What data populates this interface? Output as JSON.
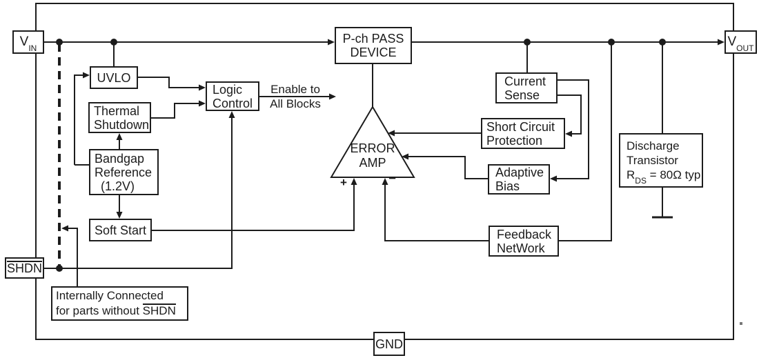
{
  "colors": {
    "line": "#1c1c1c",
    "background": "#ffffff"
  },
  "pins": {
    "vin": {
      "base": "V",
      "sub": "IN"
    },
    "vout": {
      "base": "V",
      "sub": "OUT"
    },
    "shdn": {
      "label": "SHDN"
    },
    "gnd": {
      "label": "GND"
    }
  },
  "blocks": {
    "uvlo": {
      "line1": "UVLO"
    },
    "thermal_shutdown": {
      "line1": "Thermal",
      "line2": "Shutdown"
    },
    "bandgap_reference": {
      "line1": "Bandgap",
      "line2": "Reference",
      "line3": "(1.2V)"
    },
    "soft_start": {
      "line1": "Soft Start"
    },
    "logic_control": {
      "line1": "Logic",
      "line2": "Control"
    },
    "pass_device": {
      "line1": "P-ch PASS",
      "line2": "DEVICE"
    },
    "error_amp": {
      "line1": "ERROR",
      "line2": "AMP",
      "plus": "+",
      "minus": "−"
    },
    "current_sense": {
      "line1": "Current",
      "line2": "Sense"
    },
    "short_circuit_protection": {
      "line1": "Short Circuit",
      "line2": "Protection"
    },
    "adaptive_bias": {
      "line1": "Adaptive",
      "line2": "Bias"
    },
    "feedback_network": {
      "line1": "Feedback",
      "line2": "NetWork"
    },
    "discharge_transistor": {
      "line1": "Discharge",
      "line2": "Transistor",
      "line3_base": "R",
      "line3_sub": "DS",
      "line3_rest": " = 80Ω typ"
    }
  },
  "annotations": {
    "enable": {
      "line1": "Enable to",
      "line2": "All Blocks"
    },
    "note": {
      "line1": "Internally Connected",
      "line2_prefix": "for parts without ",
      "line2_overlined": "SHDN"
    }
  }
}
